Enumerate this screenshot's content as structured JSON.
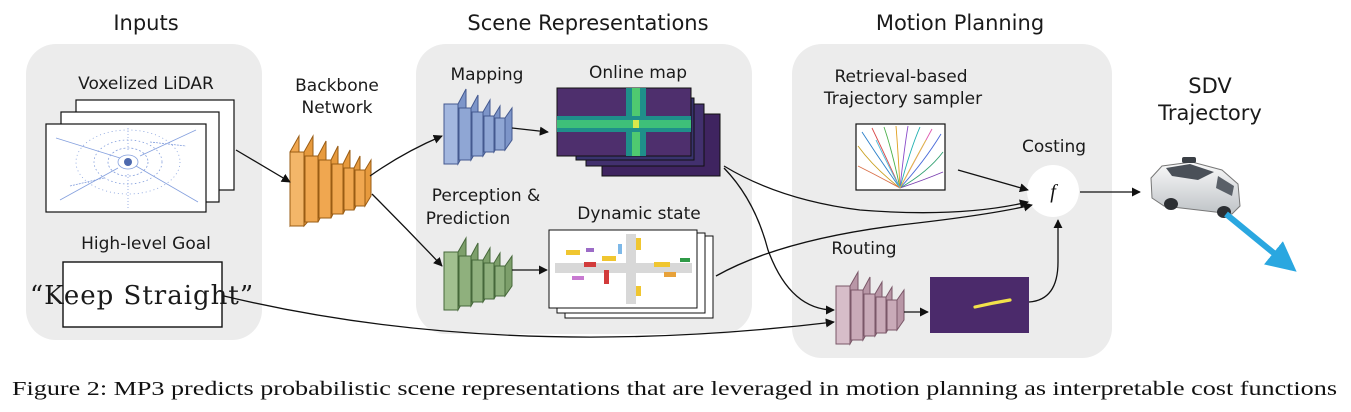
{
  "sections": {
    "inputs": "Inputs",
    "scene_representations": "Scene Representations",
    "motion_planning": "Motion Planning"
  },
  "labels": {
    "voxelized_lidar": "Voxelized LiDAR",
    "high_level_goal": "High-level Goal",
    "backbone_line1": "Backbone",
    "backbone_line2": "Network",
    "mapping": "Mapping",
    "online_map": "Online map",
    "perception_line1": "Perception &",
    "perception_line2": "Prediction",
    "dynamic_state": "Dynamic state",
    "retrieval_line1": "Retrieval-based",
    "retrieval_line2": "Trajectory sampler",
    "costing": "Costing",
    "cost_symbol": "f",
    "routing": "Routing",
    "sdv_line1": "SDV",
    "sdv_line2": "Trajectory"
  },
  "goal_command": "“Keep Straight”",
  "caption": "Figure 2: MP3 predicts probabilistic scene representations that are leveraged in motion planning as interpretable cost functions",
  "colors": {
    "panel": "#ececec",
    "backbone": "#f0a750",
    "mapping": "#8fa6d4",
    "perception": "#8fb07d",
    "routing": "#c9aab8",
    "map_bg": "#4b2a6b",
    "trajectory": "#2aa7e0"
  }
}
